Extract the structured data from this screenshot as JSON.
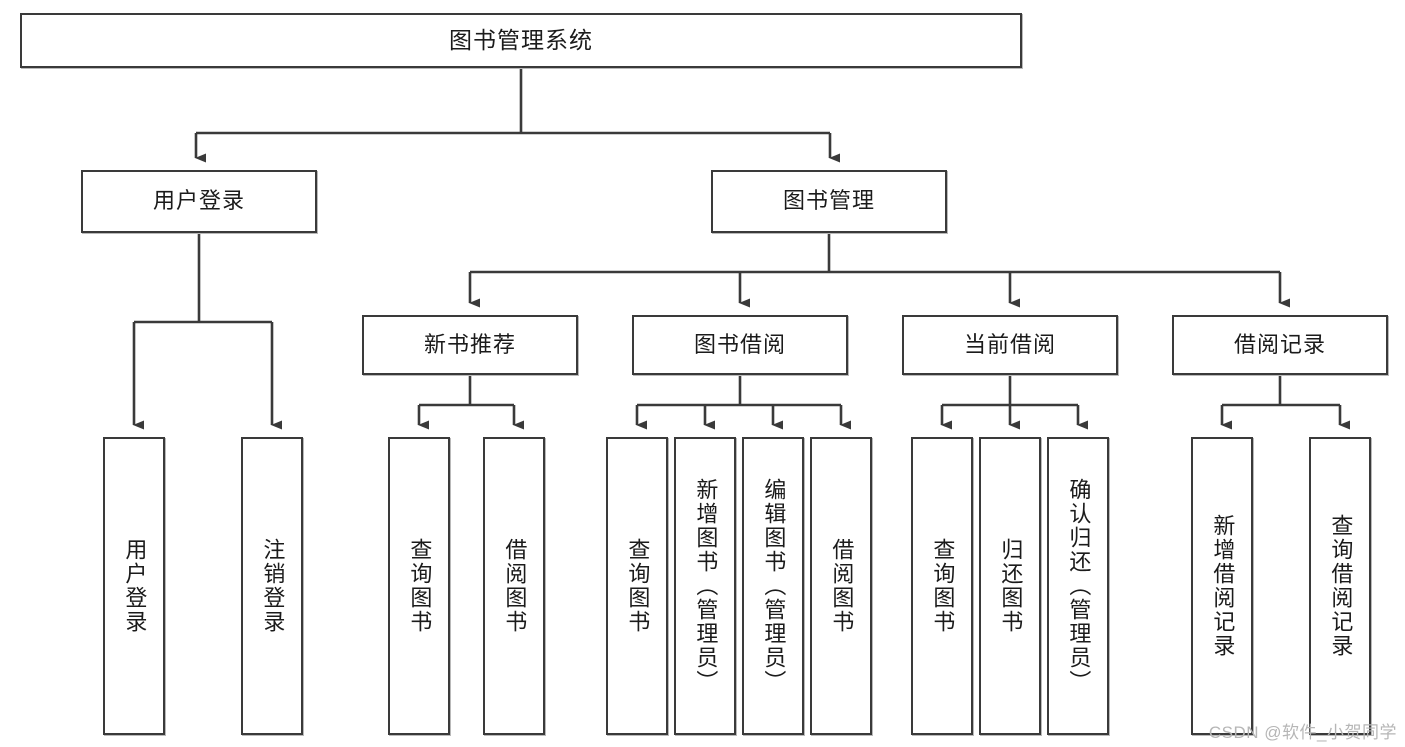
{
  "diagram": {
    "title": "图书管理系统",
    "type": "tree-structure-chart",
    "watermark": "CSDN @软件_小贺同学",
    "line_color": "#3a3a3a",
    "box_fill": "#ffffff",
    "text_color": "#1b1b1b"
  },
  "nodes": {
    "root": {
      "label": "图书管理系统",
      "level": 1
    },
    "l2": [
      {
        "label": "用户登录",
        "level": 2
      },
      {
        "label": "图书管理",
        "level": 2
      }
    ],
    "l3": [
      {
        "label": "新书推荐",
        "level": 3
      },
      {
        "label": "图书借阅",
        "level": 3
      },
      {
        "label": "当前借阅",
        "level": 3
      },
      {
        "label": "借阅记录",
        "level": 3
      }
    ],
    "leaves": {
      "user_login": [
        {
          "label": "用户登录"
        },
        {
          "label": "注销登录"
        }
      ],
      "new_book_recommend": [
        {
          "label": "查询图书"
        },
        {
          "label": "借阅图书"
        }
      ],
      "book_borrow": [
        {
          "label": "查询图书"
        },
        {
          "label": "新增图书（管理员）"
        },
        {
          "label": "编辑图书（管理员）"
        },
        {
          "label": "借阅图书"
        }
      ],
      "current_borrow": [
        {
          "label": "查询图书"
        },
        {
          "label": "归还图书"
        },
        {
          "label": "确认归还（管理员）"
        }
      ],
      "borrow_record": [
        {
          "label": "新增借阅记录"
        },
        {
          "label": "查询借阅记录"
        }
      ]
    }
  }
}
